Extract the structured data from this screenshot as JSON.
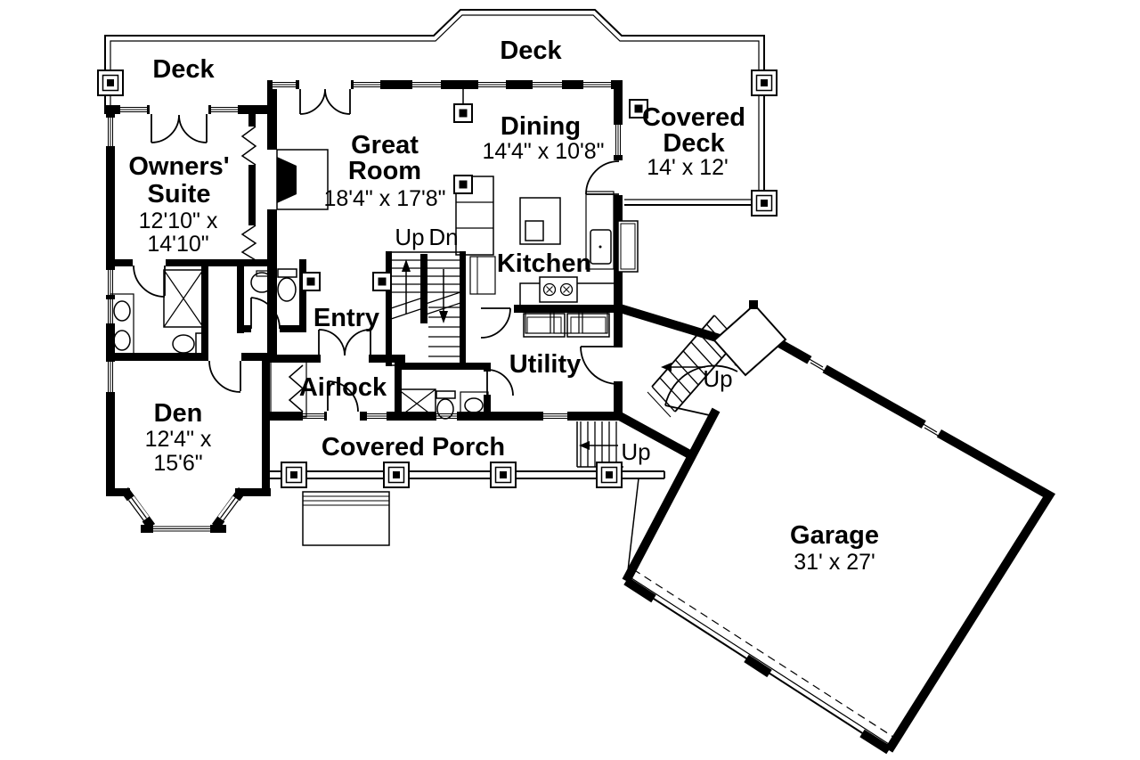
{
  "diagram": {
    "type": "floor-plan",
    "colors": {
      "line": "#000000",
      "background": "#ffffff"
    },
    "areas": {
      "deck_left": {
        "label": "Deck"
      },
      "deck_top": {
        "label": "Deck"
      },
      "covered_deck": {
        "name_line1": "Covered",
        "name_line2": "Deck",
        "dims": "14' x 12'"
      },
      "owners_suite": {
        "name_line1": "Owners'",
        "name_line2": "Suite",
        "dims_line1": "12'10\" x",
        "dims_line2": "14'10\""
      },
      "great_room": {
        "name_line1": "Great",
        "name_line2": "Room",
        "dims": "18'4\" x 17'8\""
      },
      "dining": {
        "name": "Dining",
        "dims": "14'4\" x 10'8\""
      },
      "kitchen": {
        "name": "Kitchen"
      },
      "entry": {
        "name": "Entry"
      },
      "airlock": {
        "name": "Airlock"
      },
      "utility": {
        "name": "Utility"
      },
      "den": {
        "name": "Den",
        "dims_line1": "12'4\" x",
        "dims_line2": "15'6\""
      },
      "covered_porch": {
        "name": "Covered Porch"
      },
      "garage": {
        "name": "Garage",
        "dims": "31' x 27'"
      }
    },
    "stairs": {
      "main_up": "Up",
      "main_dn": "Dn",
      "porch_up": "Up",
      "garage_up": "Up"
    }
  }
}
